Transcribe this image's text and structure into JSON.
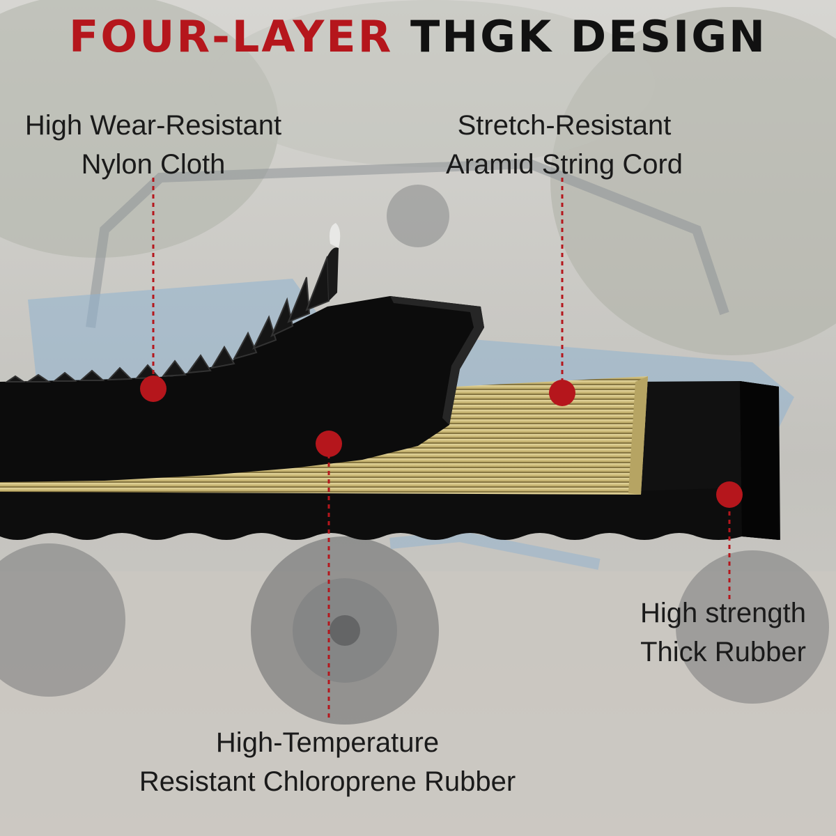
{
  "title": {
    "accent": "FOUR-LAYER",
    "rest": "THGK DESIGN"
  },
  "callouts": {
    "nylon": {
      "line1": "High Wear-Resistant",
      "line2": "Nylon Cloth"
    },
    "aramid": {
      "line1": "Stretch-Resistant",
      "line2": "Aramid String Cord"
    },
    "thick_rubber": {
      "line1": "High strength",
      "line2": "Thick Rubber"
    },
    "chloroprene": {
      "line1": "High-Temperature",
      "line2": "Resistant Chloroprene Rubber"
    }
  },
  "colors": {
    "accent": "#b5161c",
    "title_text": "#111111",
    "belt_rubber": "#0d0d0d",
    "aramid_cord": "#d8c98c"
  },
  "icons": {
    "marker": "red-dot-marker"
  }
}
